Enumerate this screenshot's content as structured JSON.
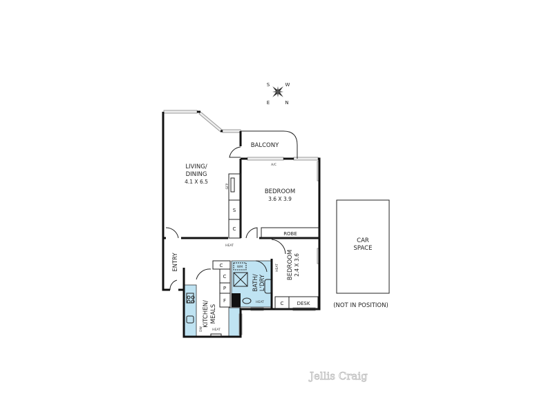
{
  "compass": {
    "s": "S",
    "w": "W",
    "e": "E",
    "n": "N"
  },
  "rooms": {
    "living": {
      "name1": "LIVING/",
      "name2": "DINING",
      "size": "4.1 X 6.5"
    },
    "balcony": {
      "name": "BALCONY"
    },
    "bedroom1": {
      "name": "BEDROOM",
      "size": "3.6 X 3.9"
    },
    "robe": {
      "name": "ROBE"
    },
    "entry": {
      "name": "ENTRY"
    },
    "bedroom2": {
      "name": "BEDROOM",
      "size": "2.4 X 3.6"
    },
    "kitchen": {
      "name1": "KITCHEN/",
      "name2": "MEALS"
    },
    "bath": {
      "name1": "BATH/",
      "name2": "L'DRY"
    },
    "desk": {
      "name": "DESK"
    },
    "car": {
      "name1": "CAR",
      "name2": "SPACE",
      "note": "(NOT IN POSITION)"
    }
  },
  "fixtures": {
    "ac": "A/C",
    "gfp": "GFP",
    "s": "S",
    "c": "C",
    "p": "P",
    "f": "F",
    "heat": "HEAT",
    "wm": "WM",
    "dw": "DW"
  },
  "colors": {
    "wet_area": "#bfe3f2",
    "wall": "#111111"
  },
  "logo": "Jellis Craig"
}
